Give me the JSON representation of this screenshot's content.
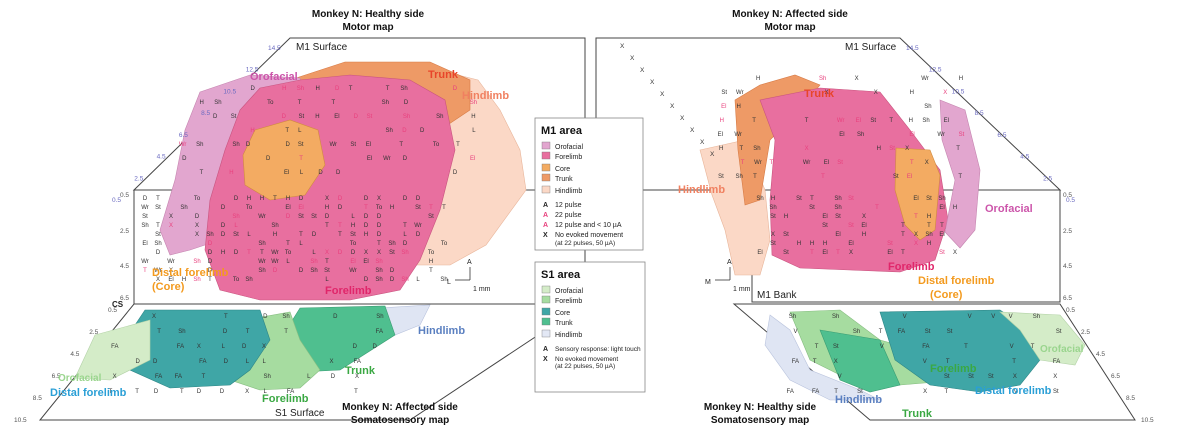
{
  "titles": {
    "top_left": [
      "Monkey N: Healthy side",
      "Motor map"
    ],
    "top_right": [
      "Monkey N: Affected side",
      "Motor map"
    ],
    "bottom_left": [
      "Monkey N:  Affected side",
      "Somatosensory map"
    ],
    "bottom_right": [
      "Monkey N: Healthy side",
      "Somatosensory map"
    ]
  },
  "surface_labels": {
    "m1_surface": "M1 Surface",
    "m1_bank": "M1 Bank",
    "s1_surface": "S1 Surface",
    "cs": "CS"
  },
  "region_labels": {
    "left": {
      "orofacial": "Orofacial",
      "trunk": "Trunk",
      "hindlimb": "Hindlimb",
      "distal_core": [
        "Distal forelimb",
        "(Core)"
      ],
      "forelimb": "Forelimb",
      "s1_orofacial": "Orofacial",
      "s1_distal": "Distal forelimb",
      "s1_forelimb": "Forelimb",
      "s1_trunk": "Trunk",
      "s1_hindlimb": "Hindlimb"
    },
    "right": {
      "trunk": "Trunk",
      "hindlimb": "Hindlimb",
      "orofacial": "Orofacial",
      "forelimb": "Forelimb",
      "distal_core": [
        "Distal forelimb",
        "(Core)"
      ],
      "s1_hindlimb": "Hindlimb",
      "s1_forelimb": "Forelimb",
      "s1_trunk": "Trunk",
      "s1_distal": "Distal forelimb",
      "s1_orofacial": "Orofacial"
    }
  },
  "depth_ticks": [
    "0.5",
    "2.5",
    "4.5",
    "6.5"
  ],
  "surface_ticks": [
    "14.5",
    "12.5",
    "10.5",
    "8.5",
    "6.5",
    "4.5",
    "2.5",
    "0.5"
  ],
  "s1_ticks": [
    "0.5",
    "2.5",
    "4.5",
    "6.5",
    "8.5",
    "10.5"
  ],
  "orientation": {
    "left": {
      "axis1": "L",
      "axis2": "A",
      "scale": "1 mm"
    },
    "right": {
      "axis1": "M",
      "axis2": "A",
      "scale": "1 mm"
    }
  },
  "legend_m1": {
    "title": "M1 area",
    "items": [
      {
        "label": "Orofacial",
        "color": "#e2a6cf"
      },
      {
        "label": "Forelimb",
        "color": "#e86f9f"
      },
      {
        "label": "Core",
        "color": "#f3ab62"
      },
      {
        "label": "Trunk",
        "color": "#ee9a66"
      },
      {
        "label": "Hindlimb",
        "color": "#fbd8c6"
      }
    ],
    "markers": [
      {
        "symbol": "A",
        "label": "12 pulse",
        "color": "#222222"
      },
      {
        "symbol": "A",
        "label": "22 pulse",
        "color": "#e8407d"
      },
      {
        "symbol": "A",
        "label": "12 pulse and < 10 µA",
        "color": "#e8407d"
      },
      {
        "symbol": "X",
        "label": "No evoked movement",
        "color": "#222222"
      }
    ],
    "note": "(at 22 pulses, 50 µA)"
  },
  "legend_s1": {
    "title": "S1 area",
    "items": [
      {
        "label": "Orofacial",
        "color": "#d4ecc8"
      },
      {
        "label": "Forelimb",
        "color": "#a6dca0"
      },
      {
        "label": "Core",
        "color": "#3fa6a6"
      },
      {
        "label": "Trunk",
        "color": "#4fbf8f"
      },
      {
        "label": "Hindlimb",
        "color": "#e3e8f5"
      }
    ],
    "markers": [
      {
        "symbol": "A",
        "label": "Sensory response: light touch"
      },
      {
        "symbol": "X",
        "label": "No evoked movement"
      }
    ],
    "note": "(at 22 pulses, 50 µA)"
  },
  "colors": {
    "orofacial": "#e2a6cf",
    "forelimb": "#e86f9f",
    "core": "#f3ab62",
    "trunk": "#ee9a66",
    "hindlimb": "#fbd8c6",
    "s1_orofacial": "#d4ecc8",
    "s1_forelimb": "#a6dca0",
    "s1_core": "#3fa6a6",
    "s1_trunk": "#4fbf8f",
    "s1_hindlimb": "#dfe5f3",
    "label_orofacial": "#cc55aa",
    "label_trunk": "#e8452a",
    "label_hindlimb": "#f08060",
    "label_core": "#f39a1e",
    "label_forelimb": "#e0266a",
    "label_s1_green": "#3aa843",
    "label_s1_light": "#9ad58e",
    "label_s1_blue": "#2a9fd6",
    "label_s1_hind": "#5a7fc0"
  }
}
